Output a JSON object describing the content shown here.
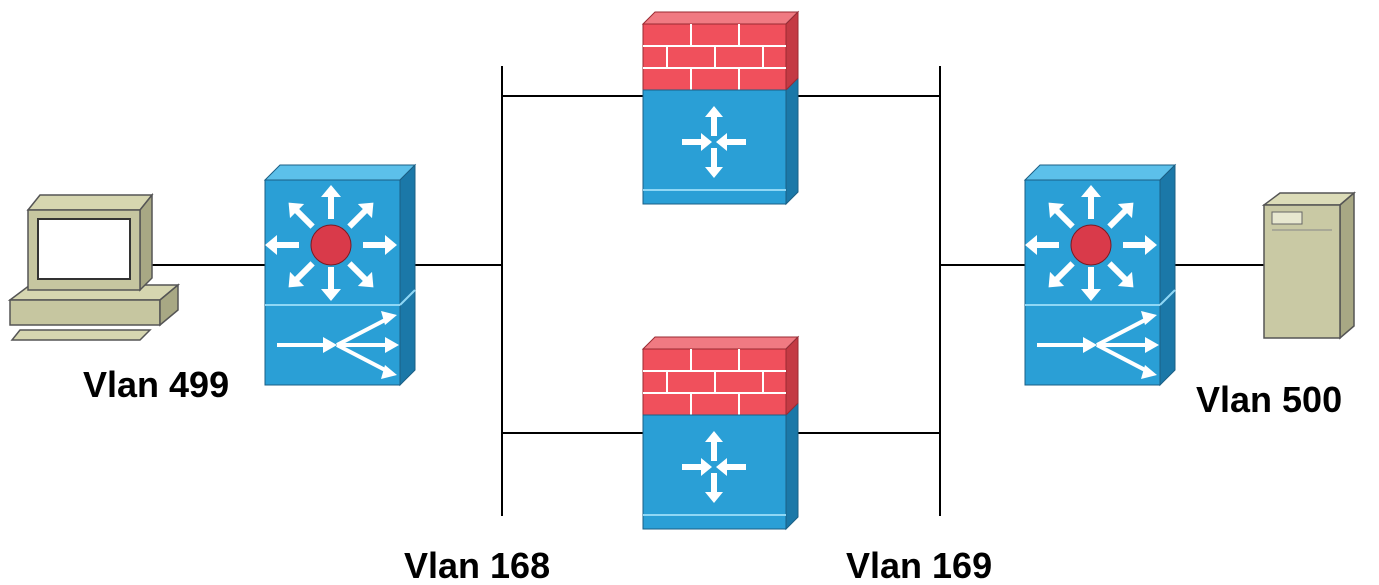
{
  "labels": {
    "vlan_499": "Vlan 499",
    "vlan_500": "Vlan 500",
    "vlan_168": "Vlan 168",
    "vlan_169": "Vlan 169"
  },
  "nodes": [
    {
      "name": "workstation",
      "icon": "pc-icon"
    },
    {
      "name": "multilayer-switch-left",
      "icon": "multilayer-switch-icon"
    },
    {
      "name": "firewall-top",
      "icon": "firewall-router-icon"
    },
    {
      "name": "firewall-bottom",
      "icon": "firewall-router-icon"
    },
    {
      "name": "multilayer-switch-right",
      "icon": "multilayer-switch-icon"
    },
    {
      "name": "server",
      "icon": "server-icon"
    }
  ],
  "colors": {
    "device_blue": "#2a9fd6",
    "device_blue_dark": "#1b78a8",
    "device_blue_light": "#5cc0ea",
    "brick_red": "#f0505c",
    "hub_red": "#d93a4a",
    "pc_body": "#c6c6a0",
    "server_body": "#c9c9a4",
    "link": "#000000"
  }
}
